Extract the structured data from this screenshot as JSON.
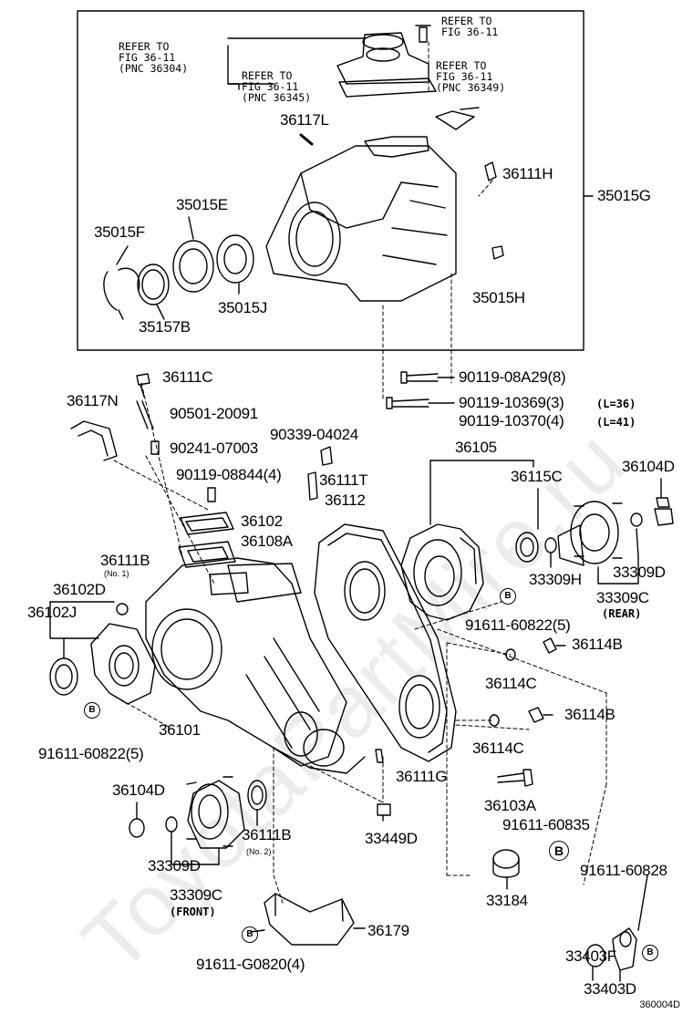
{
  "watermark": "ToyotaPartMire.ru",
  "diagram_code": "360004D",
  "refs": {
    "r1": "REFER TO\nFIG 36-11\n(PNC 36304)",
    "r2": "REFER TO\nFIG 36-11\n(PNC 36345)",
    "r3": "REFER TO\nFIG 36-11",
    "r4": "REFER TO\nFIG 36-11\n(PNC 36349)"
  },
  "parts": {
    "p36117L": "36117L",
    "p36111H": "36111H",
    "p35015G": "35015G",
    "p35015E": "35015E",
    "p35015F": "35015F",
    "p35015J": "35015J",
    "p35015H": "35015H",
    "p35157B": "35157B",
    "p36111C": "36111C",
    "p90119_08A29": "90119-08A29(8)",
    "p36117N": "36117N",
    "p90501": "90501-20091",
    "p90119_10369": "90119-10369(3)",
    "p90119_10370": "90119-10370(4)",
    "l36": "(L=36)",
    "l41": "(L=41)",
    "p90241": "90241-07003",
    "p90339": "90339-04024",
    "p36105": "36105",
    "p36104D_top": "36104D",
    "p90119_08844": "90119-08844(4)",
    "p36111T": "36111T",
    "p36112": "36112",
    "p36115C": "36115C",
    "p36102": "36102",
    "p36108A": "36108A",
    "p36111B_top": "36111B",
    "no1": "(No. 1)",
    "p36102D": "36102D",
    "p36102J": "36102J",
    "p33309H": "33309H",
    "p33309D_top": "33309D",
    "p33309C_top": "33309C",
    "rear": "(REAR)",
    "p91611_60822_mid": "91611-60822(5)",
    "p36114B_1": "36114B",
    "p36114C_1": "36114C",
    "p36101": "36101",
    "p36114B_2": "36114B",
    "p91611_60822_left": "91611-60822(5)",
    "p36114C_2": "36114C",
    "p36111G": "36111G",
    "p36104D_bot": "36104D",
    "p36103A": "36103A",
    "p91611_60835": "91611-60835",
    "p36111B_bot": "36111B",
    "no2": "(No. 2)",
    "p33449D": "33449D",
    "p33309D_bot": "33309D",
    "p91611_60828": "91611-60828",
    "p33309C_bot": "33309C",
    "front": "(FRONT)",
    "p33184": "33184",
    "p36179": "36179",
    "p91611_G0820": "91611-G0820(4)",
    "p33403F": "33403F",
    "p33403D": "33403D"
  },
  "b_marker": "B"
}
